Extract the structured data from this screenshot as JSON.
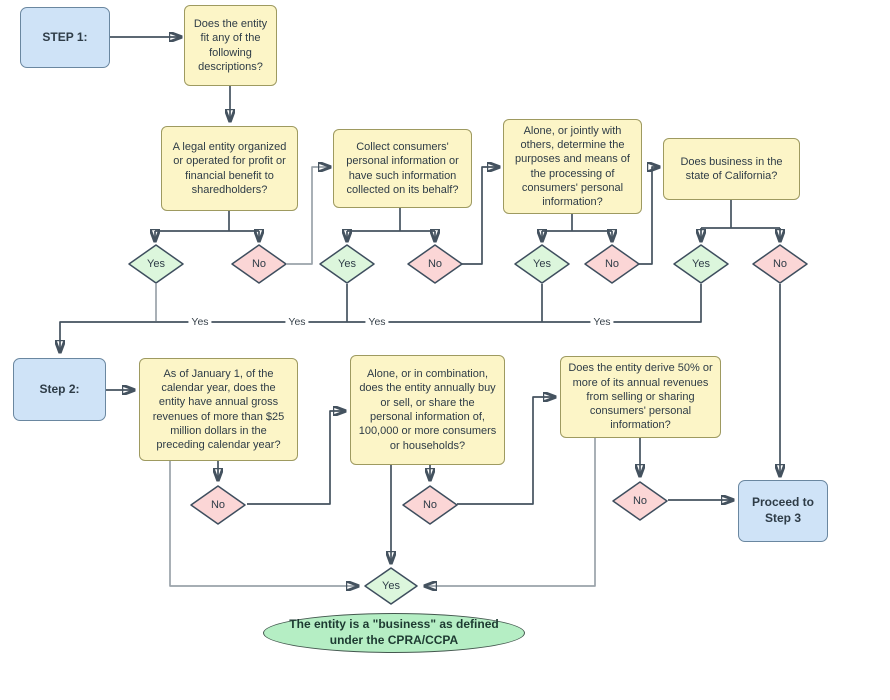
{
  "palette": {
    "bg": "#ffffff",
    "box-yellow": "#fcf5c7",
    "box-yellow-border": "#9e9a60",
    "box-blue": "#cfe3f7",
    "box-blue-border": "#6a87a0",
    "diamond-yes": "#dcf6dc",
    "diamond-no": "#fbd6d6",
    "diamond-border": "#3e4e5e",
    "ellipse-fill": "#b5eec4",
    "ellipse-border": "#44584f",
    "ellipse-text": "#1d3a31",
    "line": "#44525f",
    "line-light": "#9aa2aa",
    "text": "#2e3c47"
  },
  "step1": {
    "label": "STEP 1:",
    "question": "Does the entity fit any of the following descriptions?",
    "branches": [
      {
        "text": "A legal entity organized or operated for profit or financial benefit to sharedholders?",
        "yes": "Yes",
        "no": "No"
      },
      {
        "text": "Collect consumers' personal information or have such information collected on its behalf?",
        "yes": "Yes",
        "no": "No"
      },
      {
        "text": "Alone, or jointly with others, determine the purposes and means of the processing of consumers' personal information?",
        "yes": "Yes",
        "no": "No"
      },
      {
        "text": "Does business in the state of California?",
        "yes": "Yes",
        "no": "No"
      }
    ]
  },
  "bus": {
    "labels": [
      "Yes",
      "Yes",
      "Yes",
      "Yes"
    ]
  },
  "step2": {
    "label": "Step 2:",
    "boxes": [
      {
        "text": "As of January 1, of the calendar year, does the entity have annual gross revenues of more than $25 million dollars in the preceding calendar year?",
        "no": "No"
      },
      {
        "text": "Alone, or in combination, does the entity annually buy or sell, or share the personal information of, 100,000 or more consumers or households?",
        "no": "No"
      },
      {
        "text": "Does the entity derive 50% or more of its annual revenues from selling or sharing consumers' personal information?",
        "no": "No"
      }
    ]
  },
  "proceed": {
    "text": "Proceed to Step 3"
  },
  "outcome": {
    "yes": "Yes",
    "result": "The entity is a \"business\" as defined under the CPRA/CCPA"
  }
}
